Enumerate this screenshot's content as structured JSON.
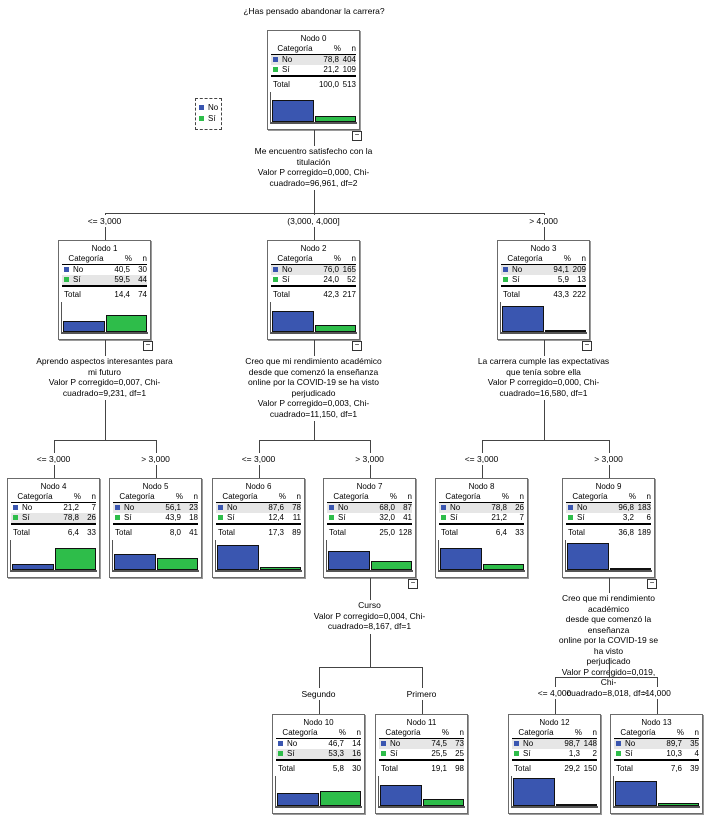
{
  "title": "¿Has pensado abandonar la carrera?",
  "colors": {
    "No": "#3a56b0",
    "Si": "#2ebd4a"
  },
  "legend": [
    {
      "label": "No",
      "color_key": "No"
    },
    {
      "label": "Sí",
      "color_key": "Si"
    }
  ],
  "table_headers": {
    "category": "Categoría",
    "pct": "%",
    "n": "n"
  },
  "labels": {
    "no": "No",
    "si": "Sí",
    "total": "Total"
  },
  "nodes": [
    {
      "id": 0,
      "name": "Nodo 0",
      "no_pct": "78,8",
      "no_n": "404",
      "si_pct": "21,2",
      "si_n": "109",
      "total_pct": "100,0",
      "total_n": "513",
      "no_frac": 0.788,
      "si_frac": 0.212
    },
    {
      "id": 1,
      "name": "Nodo 1",
      "no_pct": "40,5",
      "no_n": "30",
      "si_pct": "59,5",
      "si_n": "44",
      "total_pct": "14,4",
      "total_n": "74",
      "no_frac": 0.405,
      "si_frac": 0.595
    },
    {
      "id": 2,
      "name": "Nodo 2",
      "no_pct": "76,0",
      "no_n": "165",
      "si_pct": "24,0",
      "si_n": "52",
      "total_pct": "42,3",
      "total_n": "217",
      "no_frac": 0.76,
      "si_frac": 0.24
    },
    {
      "id": 3,
      "name": "Nodo 3",
      "no_pct": "94,1",
      "no_n": "209",
      "si_pct": "5,9",
      "si_n": "13",
      "total_pct": "43,3",
      "total_n": "222",
      "no_frac": 0.941,
      "si_frac": 0.059
    },
    {
      "id": 4,
      "name": "Nodo 4",
      "no_pct": "21,2",
      "no_n": "7",
      "si_pct": "78,8",
      "si_n": "26",
      "total_pct": "6,4",
      "total_n": "33",
      "no_frac": 0.212,
      "si_frac": 0.788
    },
    {
      "id": 5,
      "name": "Nodo 5",
      "no_pct": "56,1",
      "no_n": "23",
      "si_pct": "43,9",
      "si_n": "18",
      "total_pct": "8,0",
      "total_n": "41",
      "no_frac": 0.561,
      "si_frac": 0.439
    },
    {
      "id": 6,
      "name": "Nodo 6",
      "no_pct": "87,6",
      "no_n": "78",
      "si_pct": "12,4",
      "si_n": "11",
      "total_pct": "17,3",
      "total_n": "89",
      "no_frac": 0.876,
      "si_frac": 0.124
    },
    {
      "id": 7,
      "name": "Nodo 7",
      "no_pct": "68,0",
      "no_n": "87",
      "si_pct": "32,0",
      "si_n": "41",
      "total_pct": "25,0",
      "total_n": "128",
      "no_frac": 0.68,
      "si_frac": 0.32
    },
    {
      "id": 8,
      "name": "Nodo 8",
      "no_pct": "78,8",
      "no_n": "26",
      "si_pct": "21,2",
      "si_n": "7",
      "total_pct": "6,4",
      "total_n": "33",
      "no_frac": 0.788,
      "si_frac": 0.212
    },
    {
      "id": 9,
      "name": "Nodo 9",
      "no_pct": "96,8",
      "no_n": "183",
      "si_pct": "3,2",
      "si_n": "6",
      "total_pct": "36,8",
      "total_n": "189",
      "no_frac": 0.968,
      "si_frac": 0.032
    },
    {
      "id": 10,
      "name": "Nodo 10",
      "no_pct": "46,7",
      "no_n": "14",
      "si_pct": "53,3",
      "si_n": "16",
      "total_pct": "5,8",
      "total_n": "30",
      "no_frac": 0.467,
      "si_frac": 0.533
    },
    {
      "id": 11,
      "name": "Nodo 11",
      "no_pct": "74,5",
      "no_n": "73",
      "si_pct": "25,5",
      "si_n": "25",
      "total_pct": "19,1",
      "total_n": "98",
      "no_frac": 0.745,
      "si_frac": 0.255
    },
    {
      "id": 12,
      "name": "Nodo 12",
      "no_pct": "98,7",
      "no_n": "148",
      "si_pct": "1,3",
      "si_n": "2",
      "total_pct": "29,2",
      "total_n": "150",
      "no_frac": 0.987,
      "si_frac": 0.013
    },
    {
      "id": 13,
      "name": "Nodo 13",
      "no_pct": "89,7",
      "no_n": "35",
      "si_pct": "10,3",
      "si_n": "4",
      "total_pct": "7,6",
      "total_n": "39",
      "no_frac": 0.897,
      "si_frac": 0.103
    }
  ],
  "splits": [
    {
      "node": 0,
      "variable": "Me encuentro satisfecho con la titulación",
      "stats": "Valor P corregido=0,000, Chi-cuadrado=96,961, df=2",
      "lines": [
        "Me encuentro satisfecho con la",
        "titulación",
        "Valor P corregido=0,000, Chi-",
        "cuadrado=96,961, df=2"
      ]
    },
    {
      "node": 1,
      "variable": "Aprendo aspectos interesantes para mi futuro",
      "stats": "Valor P corregido=0,007, Chi-cuadrado=9,231, df=1",
      "lines": [
        "Aprendo aspectos interesantes para",
        "mi futuro",
        "Valor P corregido=0,007, Chi-",
        "cuadrado=9,231, df=1"
      ]
    },
    {
      "node": 2,
      "variable": "Creo que mi rendimiento académico desde que comenzó la enseñanza online por la COVID-19 se ha visto perjudicado",
      "stats": "Valor P corregido=0,003, Chi-cuadrado=11,150, df=1",
      "lines": [
        "Creo que mi rendimiento académico",
        "desde que comenzó la enseñanza",
        "online por la COVID-19 se ha visto",
        "perjudicado",
        "Valor P corregido=0,003, Chi-",
        "cuadrado=11,150, df=1"
      ]
    },
    {
      "node": 3,
      "variable": "La carrera cumple las expectativas que tenía sobre ella",
      "stats": "Valor P corregido=0,000, Chi-cuadrado=16,580, df=1",
      "lines": [
        "La carrera cumple las expectativas",
        "que tenía sobre ella",
        "Valor P corregido=0,000, Chi-",
        "cuadrado=16,580, df=1"
      ]
    },
    {
      "node": 7,
      "variable": "Curso",
      "stats": "Valor P corregido=0,004, Chi-cuadrado=8,167, df=1",
      "lines": [
        "Curso",
        "Valor P corregido=0,004, Chi-",
        "cuadrado=8,167, df=1"
      ]
    },
    {
      "node": 9,
      "variable": "Creo que mi rendimiento académico desde que comenzó la enseñanza online por la COVID-19 se ha visto perjudicado",
      "stats": "Valor P corregido=0,019, Chi-cuadrado=8,018, df=1",
      "lines": [
        "Creo que mi rendimiento académico",
        "desde que comenzó la enseñanza",
        "online por la COVID-19 se ha visto",
        "perjudicado",
        "Valor P corregido=0,019, Chi-",
        "cuadrado=8,018, df=1"
      ]
    }
  ],
  "edges": [
    {
      "from": 0,
      "to": 1,
      "label": "<= 3,000"
    },
    {
      "from": 0,
      "to": 2,
      "label": "(3,000, 4,000]"
    },
    {
      "from": 0,
      "to": 3,
      "label": "> 4,000"
    },
    {
      "from": 1,
      "to": 4,
      "label": "<= 3,000"
    },
    {
      "from": 1,
      "to": 5,
      "label": "> 3,000"
    },
    {
      "from": 2,
      "to": 6,
      "label": "<= 3,000"
    },
    {
      "from": 2,
      "to": 7,
      "label": "> 3,000"
    },
    {
      "from": 3,
      "to": 8,
      "label": "<= 3,000"
    },
    {
      "from": 3,
      "to": 9,
      "label": "> 3,000"
    },
    {
      "from": 7,
      "to": 10,
      "label": "Segundo"
    },
    {
      "from": 7,
      "to": 11,
      "label": "Primero"
    },
    {
      "from": 9,
      "to": 12,
      "label": "<= 4,000"
    },
    {
      "from": 9,
      "to": 13,
      "label": "> 4,000"
    }
  ]
}
